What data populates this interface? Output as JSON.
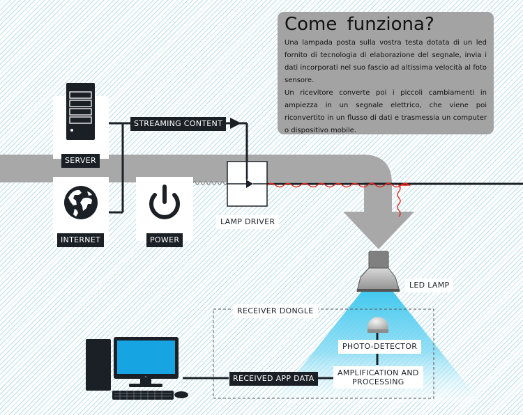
{
  "info": {
    "title": "Come funziona?",
    "paragraph1": "Una lampada posta sulla vostra testa dotata di un led fornito di tecnologia di elaborazione del segnale, invia i dati incorporati nel suo fascio ad altissima velocità al foto sensore.",
    "paragraph2": "Un ricevitore converte poi i piccoli cambiamenti in ampiezza in un segnale elettrico, che viene poi riconvertito in un flusso di dati e trasmessia un computer o dispositivo mobile."
  },
  "labels": {
    "server": "SERVER",
    "internet": "INTERNET",
    "power": "POWER",
    "streaming": "STREAMING CONTENT",
    "lamp_driver": "LAMP DRIVER",
    "led_lamp": "LED LAMP",
    "receiver_dongle": "RECEIVER DONGLE",
    "photo_detector": "PHOTO-DETECTOR",
    "amplification": "AMPLIFICATION AND\nPROCESSING",
    "received_data": "RECEIVED APP DATA"
  },
  "colors": {
    "dark": "#1b2026",
    "pipe": "#a8a8a8",
    "beam": "#41c8ee",
    "screen": "#16a4e2",
    "wire_red": "#e8261c"
  },
  "icons": [
    "server-icon",
    "globe-icon",
    "power-icon",
    "lamp-driver-icon",
    "led-lamp-icon",
    "photo-detector-icon",
    "computer-icon"
  ]
}
